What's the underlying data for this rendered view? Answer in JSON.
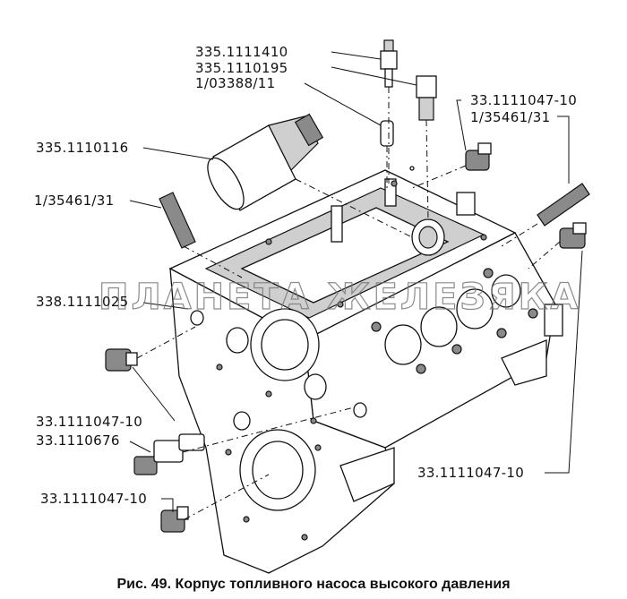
{
  "labels": {
    "l1": "335.1111410",
    "l2": "335.1110195",
    "l3": "1/03388/11",
    "l4": "335.1110116",
    "l5": "1/35461/31",
    "l6": "338.1111025",
    "l7": "33.1111047-10",
    "l8": "33.1110676",
    "l9": "33.1111047-10",
    "r1": "33.1111047-10",
    "r2": "1/35461/31",
    "r3": "33.1111047-10"
  },
  "watermark": "ПЛАНЕТА ЖЕЛЕЗЯКА",
  "caption": "Рис. 49. Корпус топливного насоса высокого давления"
}
